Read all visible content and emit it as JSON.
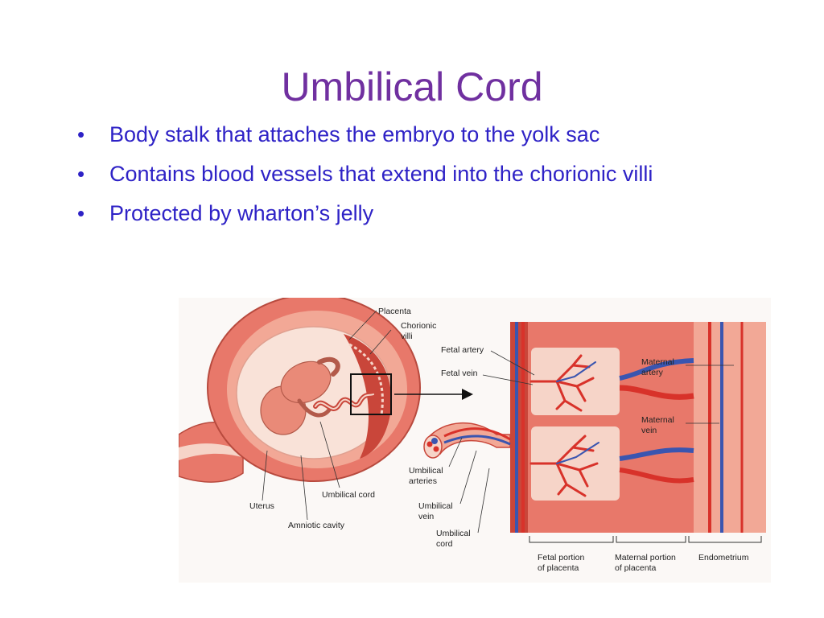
{
  "slide": {
    "title": "Umbilical Cord",
    "bullets": [
      "Body stalk that attaches the embryo to the yolk sac",
      "Contains blood vessels that extend into the chorionic villi",
      "Protected by wharton’s jelly"
    ],
    "bullet_glyph": "•"
  },
  "figure": {
    "labels": {
      "placenta": "Placenta",
      "chorionic_1": "Chorionic",
      "chorionic_2": "villi",
      "fetal_artery": "Fetal artery",
      "fetal_vein": "Fetal vein",
      "maternal_artery_1": "Maternal",
      "maternal_artery_2": "artery",
      "maternal_vein_1": "Maternal",
      "maternal_vein_2": "vein",
      "umbilical_arteries_1": "Umbilical",
      "umbilical_arteries_2": "arteries",
      "umbilical_vein_1": "Umbilical",
      "umbilical_vein_2": "vein",
      "umbilical_cord_1": "Umbilical",
      "umbilical_cord_2": "cord",
      "umbilical_cord_left": "Umbilical cord",
      "uterus": "Uterus",
      "amniotic_cavity": "Amniotic cavity",
      "fetal_portion_1": "Fetal portion",
      "fetal_portion_2": "of placenta",
      "maternal_portion_1": "Maternal portion",
      "maternal_portion_2": "of placenta",
      "endometrium": "Endometrium"
    },
    "colors": {
      "tissue": "#e8786a",
      "tissue_dark": "#c9463a",
      "artery": "#d8322a",
      "vein": "#3a55b0",
      "inner_pale": "#f6d4c8"
    }
  }
}
